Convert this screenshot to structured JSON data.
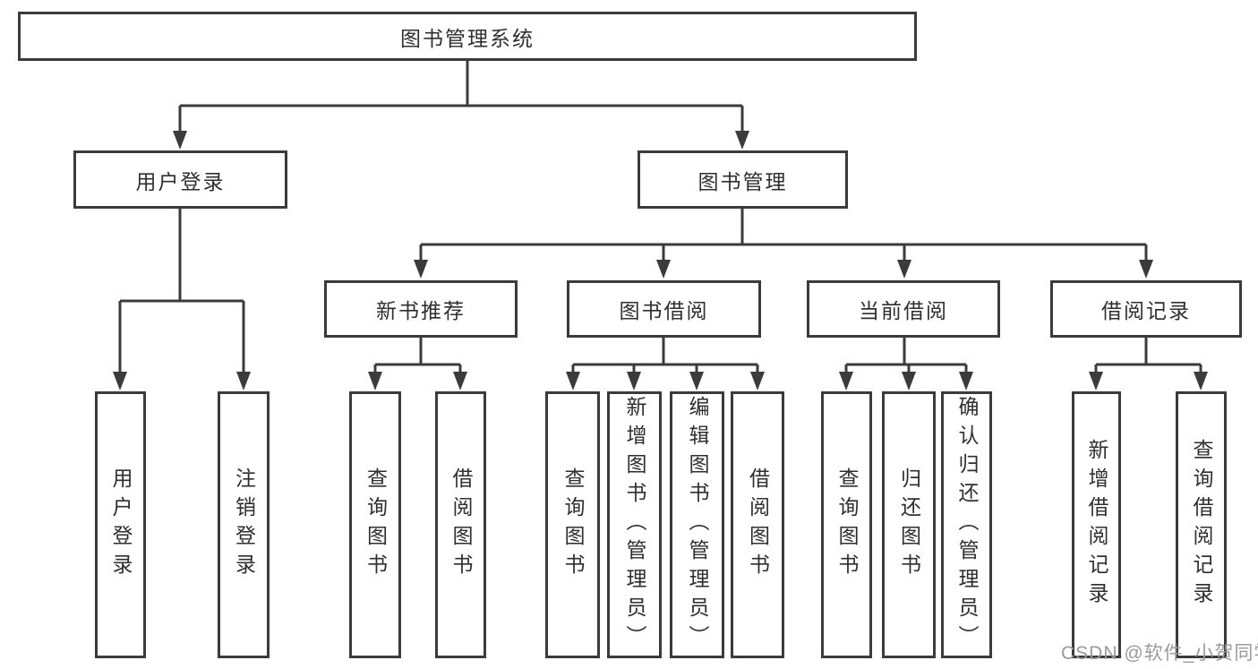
{
  "diagram": {
    "title": "图书管理系统",
    "branches": [
      {
        "label": "用户登录",
        "leaves": [
          "用户登录",
          "注销登录"
        ]
      },
      {
        "label": "图书管理",
        "groups": [
          {
            "label": "新书推荐",
            "leaves": [
              "查询图书",
              "借阅图书"
            ]
          },
          {
            "label": "图书借阅",
            "leaves": [
              "查询图书",
              "新增图书（管理员）",
              "编辑图书（管理员）",
              "借阅图书"
            ]
          },
          {
            "label": "当前借阅",
            "leaves": [
              "查询图书",
              "归还图书",
              "确认归还（管理员）"
            ]
          },
          {
            "label": "借阅记录",
            "leaves": [
              "新增借阅记录",
              "查询借阅记录"
            ]
          }
        ]
      }
    ]
  },
  "watermark": "CSDN @软件_小贺同学",
  "colors": {
    "line": "#3b3b3b",
    "text": "#2f2f2f",
    "box_background": "#ffffff",
    "page_background": "#ffffff",
    "watermark": "#9b9b9b"
  }
}
